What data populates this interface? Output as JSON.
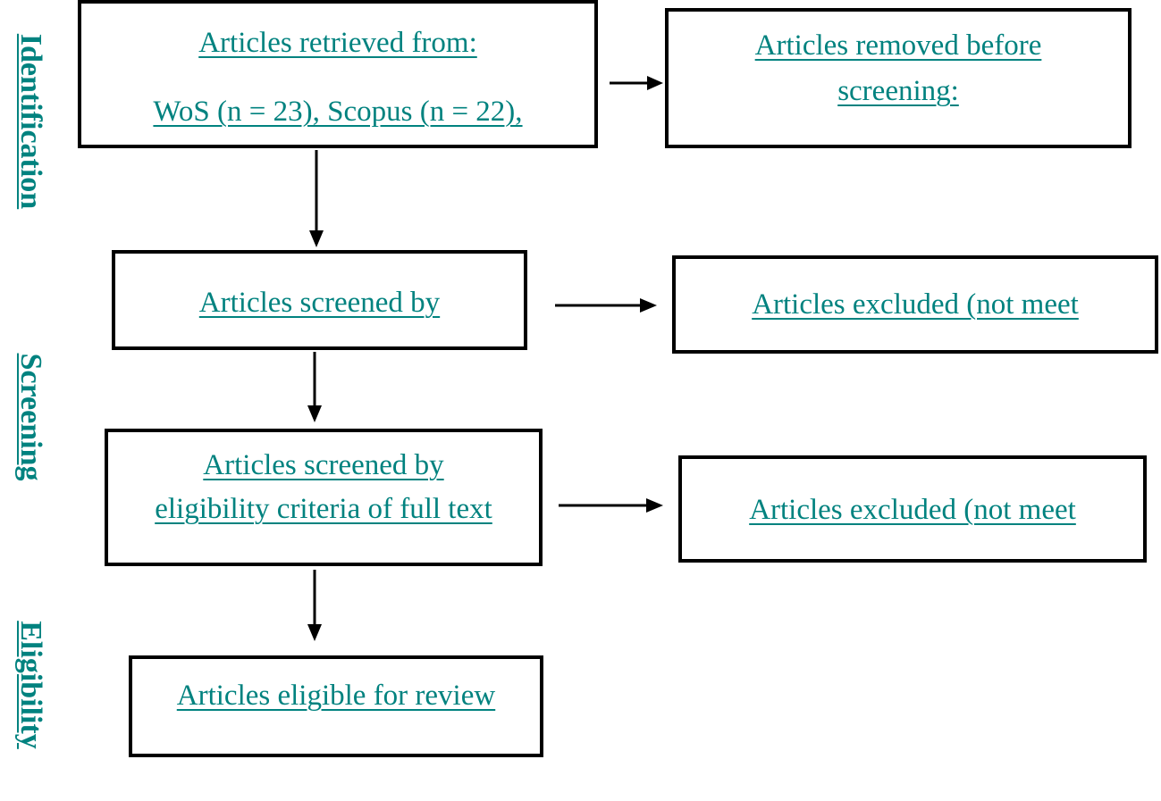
{
  "phases": {
    "identification": "Identification",
    "screening": "Screening",
    "eligibility": "Eligibility"
  },
  "boxes": {
    "retrieved": {
      "line1": "Articles retrieved from:",
      "line2": "WoS (n = 23), Scopus (n = 22),"
    },
    "removed": {
      "line1": "Articles removed before",
      "line2": "screening:"
    },
    "screened_title": {
      "line1": "Articles screened by"
    },
    "excluded_1": {
      "line1": "Articles excluded (not meet"
    },
    "screened_fulltext": {
      "line1": "Articles screened by",
      "line2": "eligibility criteria of full text"
    },
    "excluded_2": {
      "line1": "Articles excluded (not meet"
    },
    "eligible": {
      "line1": "Articles eligible for review"
    }
  },
  "colors": {
    "text": "#00827f",
    "border": "#000000"
  }
}
